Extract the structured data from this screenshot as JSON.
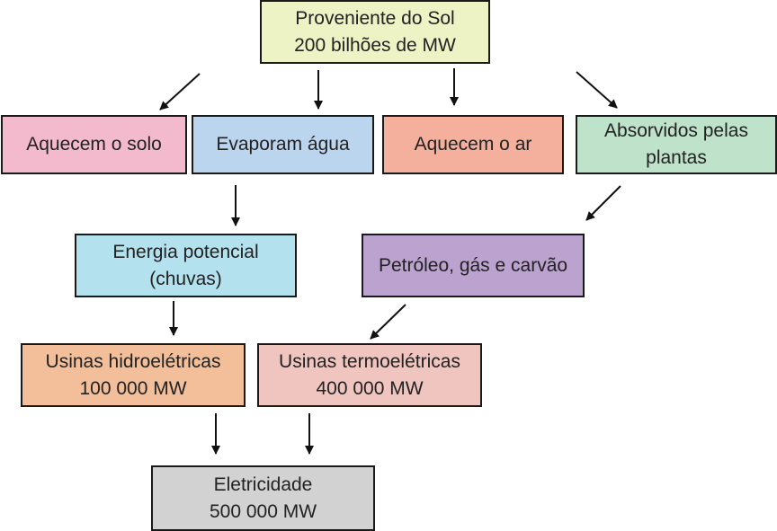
{
  "nodes": {
    "sol": {
      "line1": "Proveniente do Sol",
      "line2": "200 bilhões de MW",
      "color": "#eef3c6"
    },
    "solo": {
      "line1": "Aquecem o solo",
      "color": "#f3b9cd"
    },
    "agua": {
      "line1": "Evaporam água",
      "color": "#bcd5ee"
    },
    "ar": {
      "line1": "Aquecem o ar",
      "color": "#f4b09c"
    },
    "plantas": {
      "line1": "Absorvidos pelas",
      "line2": "plantas",
      "color": "#bfe2cb"
    },
    "potencial": {
      "line1": "Energia potencial",
      "line2": "(chuvas)",
      "color": "#b4e1ee"
    },
    "petroleo": {
      "line1": "Petróleo, gás e carvão",
      "color": "#bca3cf"
    },
    "hidro": {
      "line1": "Usinas hidroelétricas",
      "line2": "100 000 MW",
      "color": "#f2bf9a"
    },
    "termo": {
      "line1": "Usinas termoelétricas",
      "line2": "400 000 MW",
      "color": "#f0c5c0"
    },
    "eletricidade": {
      "line1": "Eletricidade",
      "line2": "500 000 MW",
      "color": "#d2d2d2"
    }
  },
  "edges": [
    {
      "from": "sol",
      "to": "solo"
    },
    {
      "from": "sol",
      "to": "agua"
    },
    {
      "from": "sol",
      "to": "ar"
    },
    {
      "from": "sol",
      "to": "plantas"
    },
    {
      "from": "agua",
      "to": "potencial"
    },
    {
      "from": "plantas",
      "to": "petroleo"
    },
    {
      "from": "potencial",
      "to": "hidro"
    },
    {
      "from": "petroleo",
      "to": "termo"
    },
    {
      "from": "hidro",
      "to": "eletricidade"
    },
    {
      "from": "termo",
      "to": "eletricidade"
    }
  ]
}
